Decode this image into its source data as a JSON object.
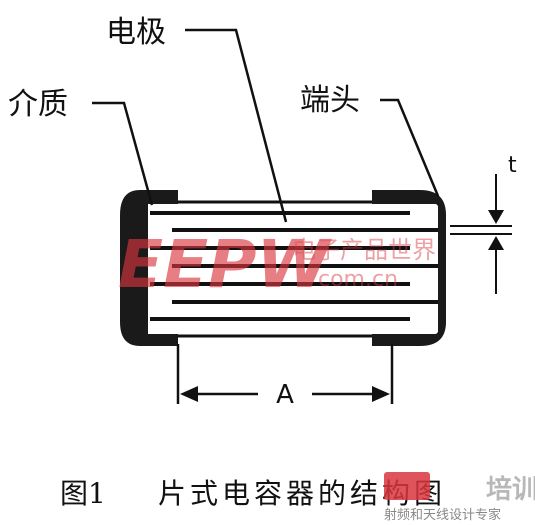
{
  "labels": {
    "electrode": "电极",
    "dielectric": "介质",
    "terminal": "端头",
    "thickness": "t",
    "length": "A"
  },
  "caption": {
    "figure_no": "图1",
    "title": "片式电容器的结构图"
  },
  "watermarks": {
    "logo": "EEPW",
    "cn_text": "电子产品世界",
    "domain": "com.cn",
    "training_badge": "培训",
    "training_site": "射频和天线设计专家"
  },
  "colors": {
    "ink": "#111111",
    "terminal_fill": "#1a1a1a",
    "watermark_red": "#d9363e",
    "badge_gray": "#b8b8b8"
  }
}
